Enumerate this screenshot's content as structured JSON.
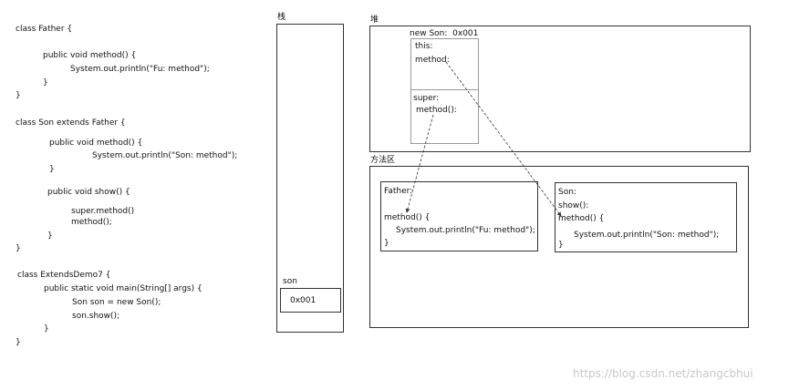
{
  "code": {
    "father_class": "class Father {",
    "father_method_sig": "public void method() {",
    "father_println": "System.out.println(\"Fu: method\");",
    "father_method_close": "}",
    "father_close": "}",
    "son_class": "class Son extends Father {",
    "son_method_sig": "public void method() {",
    "son_println": "System.out.println(\"Son: method\");",
    "son_method_close": "}",
    "son_show_sig": "public void show() {",
    "son_super_call": "super.method()",
    "son_method_call": "method();",
    "son_show_close": "}",
    "son_close": "}",
    "demo_class": "class ExtendsDemo7 {",
    "demo_main_sig": "public static void main(String[] args) {",
    "demo_new_son": "Son son = new Son();",
    "demo_show_call": "son.show();",
    "demo_main_close": "}",
    "demo_close": "}"
  },
  "stack": {
    "title": "栈",
    "var_name": "son",
    "var_value": "0x001"
  },
  "heap": {
    "title": "堆",
    "object_label": "new Son:  0x001",
    "this_label": "this:",
    "this_method": "method:",
    "super_label": "super:",
    "super_method": "method():"
  },
  "method_area": {
    "title": "方法区",
    "father_name": "Father:",
    "father_method_sig": "method() {",
    "father_println": "System.out.println(\"Fu: method\");",
    "father_close": "}",
    "son_name": "Son:",
    "son_show": "show():",
    "son_method_sig": "method() {",
    "son_println": "System.out.println(\"Son: method\");",
    "son_close": "}"
  },
  "watermark": "https://blog.csdn.net/zhangcbhui"
}
